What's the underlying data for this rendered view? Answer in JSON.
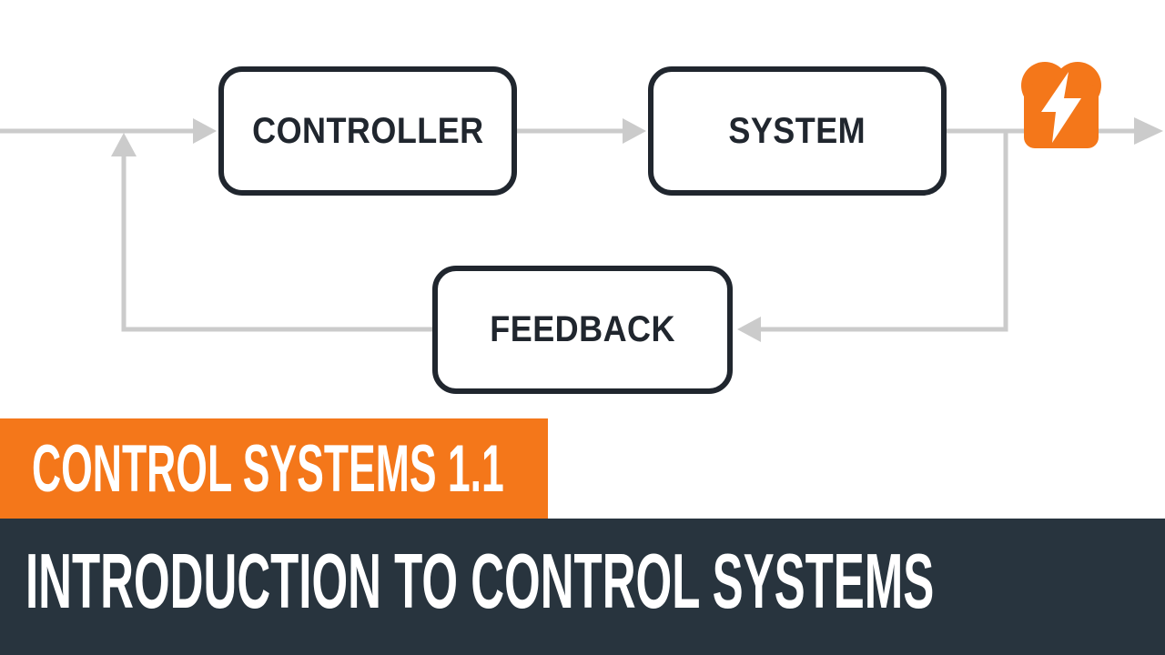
{
  "colors": {
    "accent-orange": "#F4771A",
    "slate-dark": "#28343E",
    "ink": "#20262E",
    "wire-gray": "#CBCBCB",
    "background": "#FFFFFF"
  },
  "diagram": {
    "boxes": [
      {
        "id": "controller",
        "label": "CONTROLLER"
      },
      {
        "id": "system",
        "label": "SYSTEM"
      },
      {
        "id": "feedback",
        "label": "FEEDBACK"
      }
    ],
    "output_icon": {
      "name": "toast-lightning-icon",
      "body_color": "#F4771A",
      "bolt_color": "#FFFFFF"
    },
    "connections": [
      {
        "from": "input",
        "to": "controller",
        "arrow": true
      },
      {
        "from": "controller",
        "to": "system",
        "arrow": true
      },
      {
        "from": "system",
        "to": "output",
        "arrow": true
      },
      {
        "from": "system",
        "to": "feedback",
        "arrow": true
      },
      {
        "from": "feedback",
        "to": "input-junction",
        "arrow": true
      }
    ]
  },
  "banners": {
    "series": {
      "label": "CONTROL SYSTEMS 1.1"
    },
    "title": {
      "label": "INTRODUCTION TO CONTROL SYSTEMS"
    }
  }
}
